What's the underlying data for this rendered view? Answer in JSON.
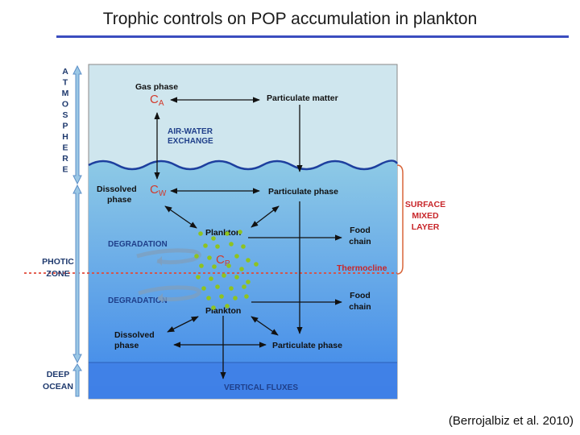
{
  "slide": {
    "title": "Trophic controls on POP accumulation in plankton",
    "citation": "(Berrojalbiz et al. 2010)"
  },
  "diagram": {
    "atmosphere_letters": [
      "A",
      "T",
      "M",
      "O",
      "S",
      "P",
      "H",
      "E",
      "R",
      "E"
    ],
    "photic_zone": [
      "PHOTIC",
      "ZONE"
    ],
    "deep_ocean": [
      "DEEP",
      "OCEAN"
    ],
    "surface_mixed_layer": [
      "SURFACE",
      "MIXED",
      "LAYER"
    ],
    "gas_phase": "Gas phase",
    "particulate_matter": "Particulate matter",
    "air_water_exchange": [
      "AIR-WATER",
      "EXCHANGE"
    ],
    "dissolved_phase_top": [
      "Dissolved",
      "phase"
    ],
    "particulate_phase_top": "Particulate phase",
    "plankton_top": "Plankton",
    "plankton_bottom": "Plankton",
    "food_chain_top": [
      "Food",
      "chain"
    ],
    "food_chain_bottom": [
      "Food",
      "chain"
    ],
    "degradation_top": "DEGRADATION",
    "degradation_bottom": "DEGRADATION",
    "thermocline": "Thermocline",
    "dissolved_phase_bottom": [
      "Dissolved",
      "phase"
    ],
    "particulate_phase_bottom": "Particulate phase",
    "vertical_fluxes": "VERTICAL FLUXES",
    "conc_air": {
      "main": "C",
      "sub": "A"
    },
    "conc_water": {
      "main": "C",
      "sub": "W"
    },
    "conc_plankton": {
      "main": "C",
      "sub": "P"
    },
    "colors": {
      "atmosphere": "#cfe6ee",
      "ocean_top": "#7fc0e4",
      "ocean_bottom": "#3d86ea",
      "deep_ocean": "#3f7fe6",
      "wave": "#1d3f9e",
      "thermocline": "#e04a3a",
      "plankton_dots": "#8fc31f",
      "bracket": "#d8653a"
    }
  }
}
